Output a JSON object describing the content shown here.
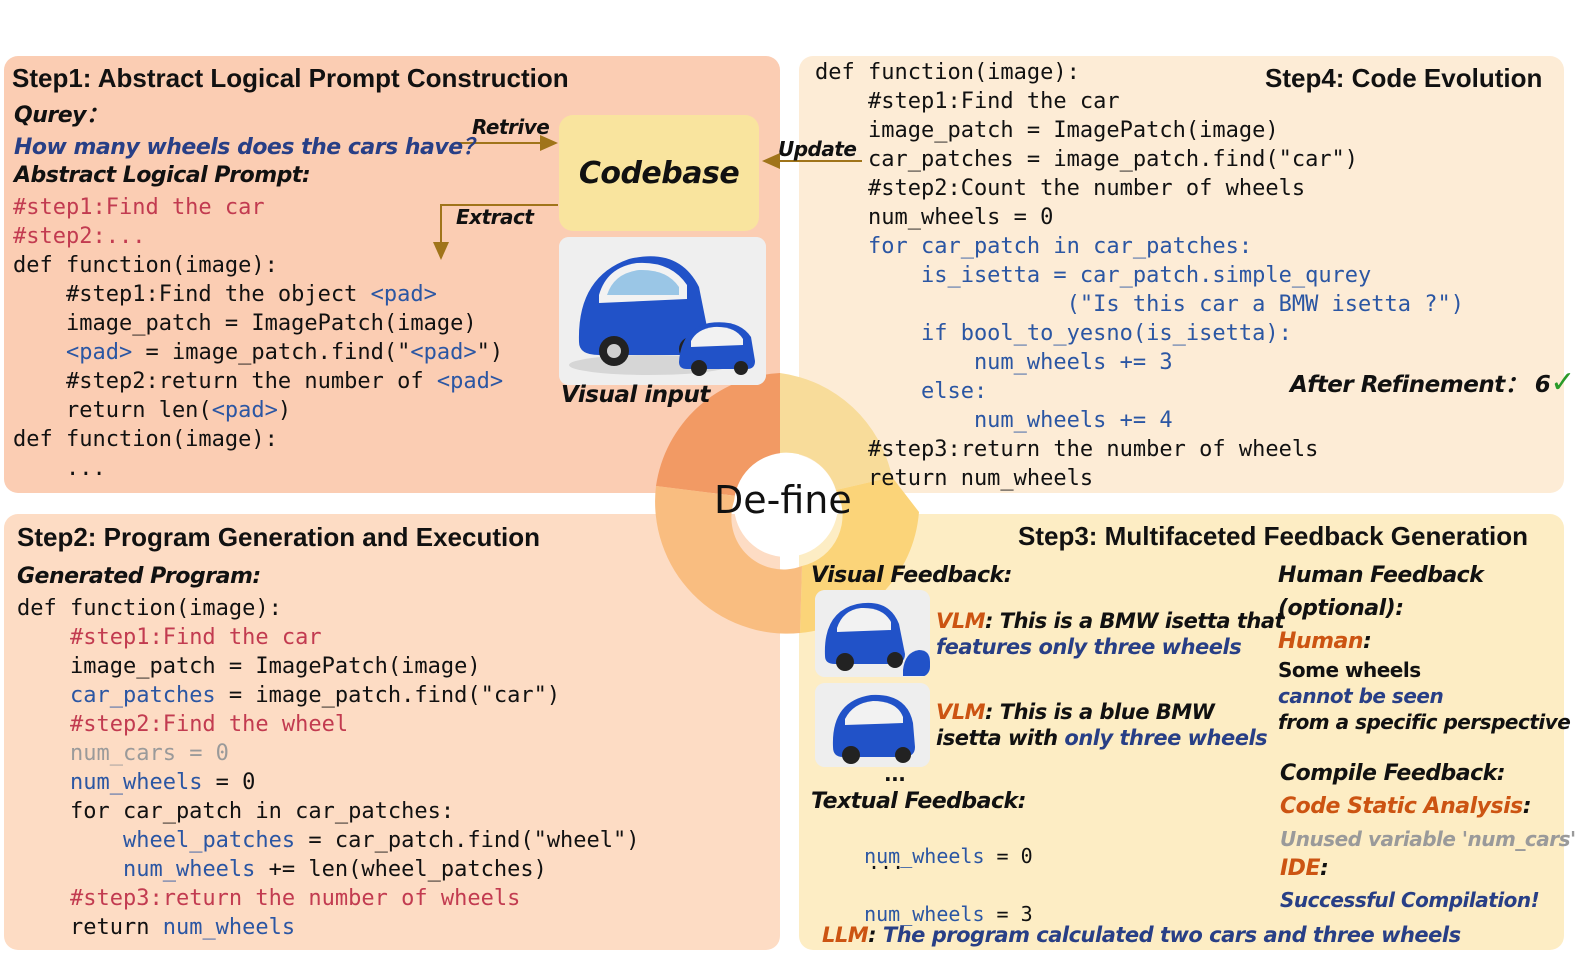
{
  "step1": {
    "title": "Step1: Abstract Logical Prompt Construction",
    "query_label": "Qurey：",
    "query_text": "How many wheels does the cars have？",
    "alp_label": "Abstract Logical Prompt:",
    "code": [
      [
        {
          "t": "#step1:Find the car",
          "c": "red"
        }
      ],
      [
        {
          "t": "#step2:...",
          "c": "red"
        }
      ],
      [
        {
          "t": "def function(image):"
        }
      ],
      [
        {
          "t": "    #step1:Find the object "
        },
        {
          "t": "<pad>",
          "c": "blue"
        }
      ],
      [
        {
          "t": "    image_patch = ImagePatch(image)"
        }
      ],
      [
        {
          "t": "    "
        },
        {
          "t": "<pad>",
          "c": "blue"
        },
        {
          "t": " = image_patch.find(\""
        },
        {
          "t": "<pad>",
          "c": "blue"
        },
        {
          "t": "\")"
        }
      ],
      [
        {
          "t": "    #step2:return the number of "
        },
        {
          "t": "<pad>",
          "c": "blue"
        }
      ],
      [
        {
          "t": "    return len("
        },
        {
          "t": "<pad>",
          "c": "blue"
        },
        {
          "t": ")"
        }
      ],
      [
        {
          "t": "def function(image):"
        }
      ],
      [
        {
          "t": "    ..."
        }
      ]
    ]
  },
  "center": {
    "codebase": "Codebase",
    "retrive": "Retrive",
    "extract": "Extract",
    "update": "Update",
    "visual_input": "Visual input",
    "define": "De-fine"
  },
  "step4": {
    "title": "Step4: Code Evolution",
    "after_refinement": "After Refinement： 6",
    "checkmark": "✓",
    "code": [
      [
        {
          "t": "def function(image):"
        }
      ],
      [
        {
          "t": "    #step1:Find the car"
        }
      ],
      [
        {
          "t": "    image_patch = ImagePatch(image)"
        }
      ],
      [
        {
          "t": "    car_patches = image_patch.find(\"car\")"
        }
      ],
      [
        {
          "t": "    #step2:Count the number of wheels"
        }
      ],
      [
        {
          "t": "    num_wheels = 0"
        }
      ],
      [
        {
          "t": "    for car_patch in car_patches:",
          "c": "blue"
        }
      ],
      [
        {
          "t": "        is_isetta = car_patch.simple_qurey",
          "c": "blue"
        }
      ],
      [
        {
          "t": "                   (\"Is this car a BMW isetta ?\")",
          "c": "blue"
        }
      ],
      [
        {
          "t": "        if bool_to_yesno(is_isetta):",
          "c": "blue"
        }
      ],
      [
        {
          "t": "            num_wheels += 3",
          "c": "blue"
        }
      ],
      [
        {
          "t": "        else:",
          "c": "blue"
        }
      ],
      [
        {
          "t": "            num_wheels += 4",
          "c": "blue"
        }
      ],
      [
        {
          "t": "    #step3:return the number of wheels"
        }
      ],
      [
        {
          "t": "    return num_wheels"
        }
      ]
    ]
  },
  "step2": {
    "title": "Step2: Program Generation and Execution",
    "gen_label": "Generated Program:",
    "code": [
      [
        {
          "t": "def function(image):"
        }
      ],
      [
        {
          "t": "    "
        },
        {
          "t": "#step1:Find the car",
          "c": "red"
        }
      ],
      [
        {
          "t": "    image_patch = ImagePatch(image)"
        }
      ],
      [
        {
          "t": "    "
        },
        {
          "t": "car_patches",
          "c": "blue"
        },
        {
          "t": " = image_patch.find(\"car\")"
        }
      ],
      [
        {
          "t": "    "
        },
        {
          "t": "#step2:Find the wheel",
          "c": "red"
        }
      ],
      [
        {
          "t": "    "
        },
        {
          "t": "num_cars = 0",
          "c": "gray"
        }
      ],
      [
        {
          "t": "    "
        },
        {
          "t": "num_wheels",
          "c": "blue"
        },
        {
          "t": " = 0"
        }
      ],
      [
        {
          "t": "    for car_patch in car_patches:"
        }
      ],
      [
        {
          "t": "        "
        },
        {
          "t": "wheel_patches",
          "c": "blue"
        },
        {
          "t": " = car_patch.find(\"wheel\")"
        }
      ],
      [
        {
          "t": "        "
        },
        {
          "t": "num_wheels",
          "c": "blue"
        },
        {
          "t": " += len(wheel_patches)"
        }
      ],
      [
        {
          "t": "    "
        },
        {
          "t": "#step3:return the number of wheels",
          "c": "red"
        }
      ],
      [
        {
          "t": "    return "
        },
        {
          "t": "num_wheels",
          "c": "blue"
        }
      ]
    ]
  },
  "step3": {
    "title": "Step3: Multifaceted Feedback Generation",
    "visual_fb_label": "Visual Feedback:",
    "vlm": "VLM",
    "vlm1_a": ": This is a BMW isetta that",
    "vlm1_b": "features only three wheels",
    "vlm2_a": ": This is a blue BMW",
    "vlm2_b": "isetta with ",
    "vlm2_c": "only three wheels",
    "ellipsis": "...",
    "textual_fb_label": "Textual Feedback:",
    "textual_line1_var": "num_wheels",
    "textual_line1_val": " = 0",
    "textual_ellipsis": "...",
    "textual_line2_var": "num_wheels",
    "textual_line2_val": " = 3",
    "human_fb_label": "Human Feedback",
    "optional": "(optional):",
    "human": "Human",
    "colon": ":",
    "human_line1": "Some wheels",
    "human_line2": "cannot be seen",
    "human_line3": "from a specific perspective",
    "compile_label": "Compile Feedback:",
    "csa": "Code Static Analysis",
    "unused": "Unused variable 'num_cars'",
    "ide": "IDE",
    "success": "Successful Compilation!",
    "llm": "LLM",
    "llm_text": "The program calculated two cars and three wheels"
  }
}
